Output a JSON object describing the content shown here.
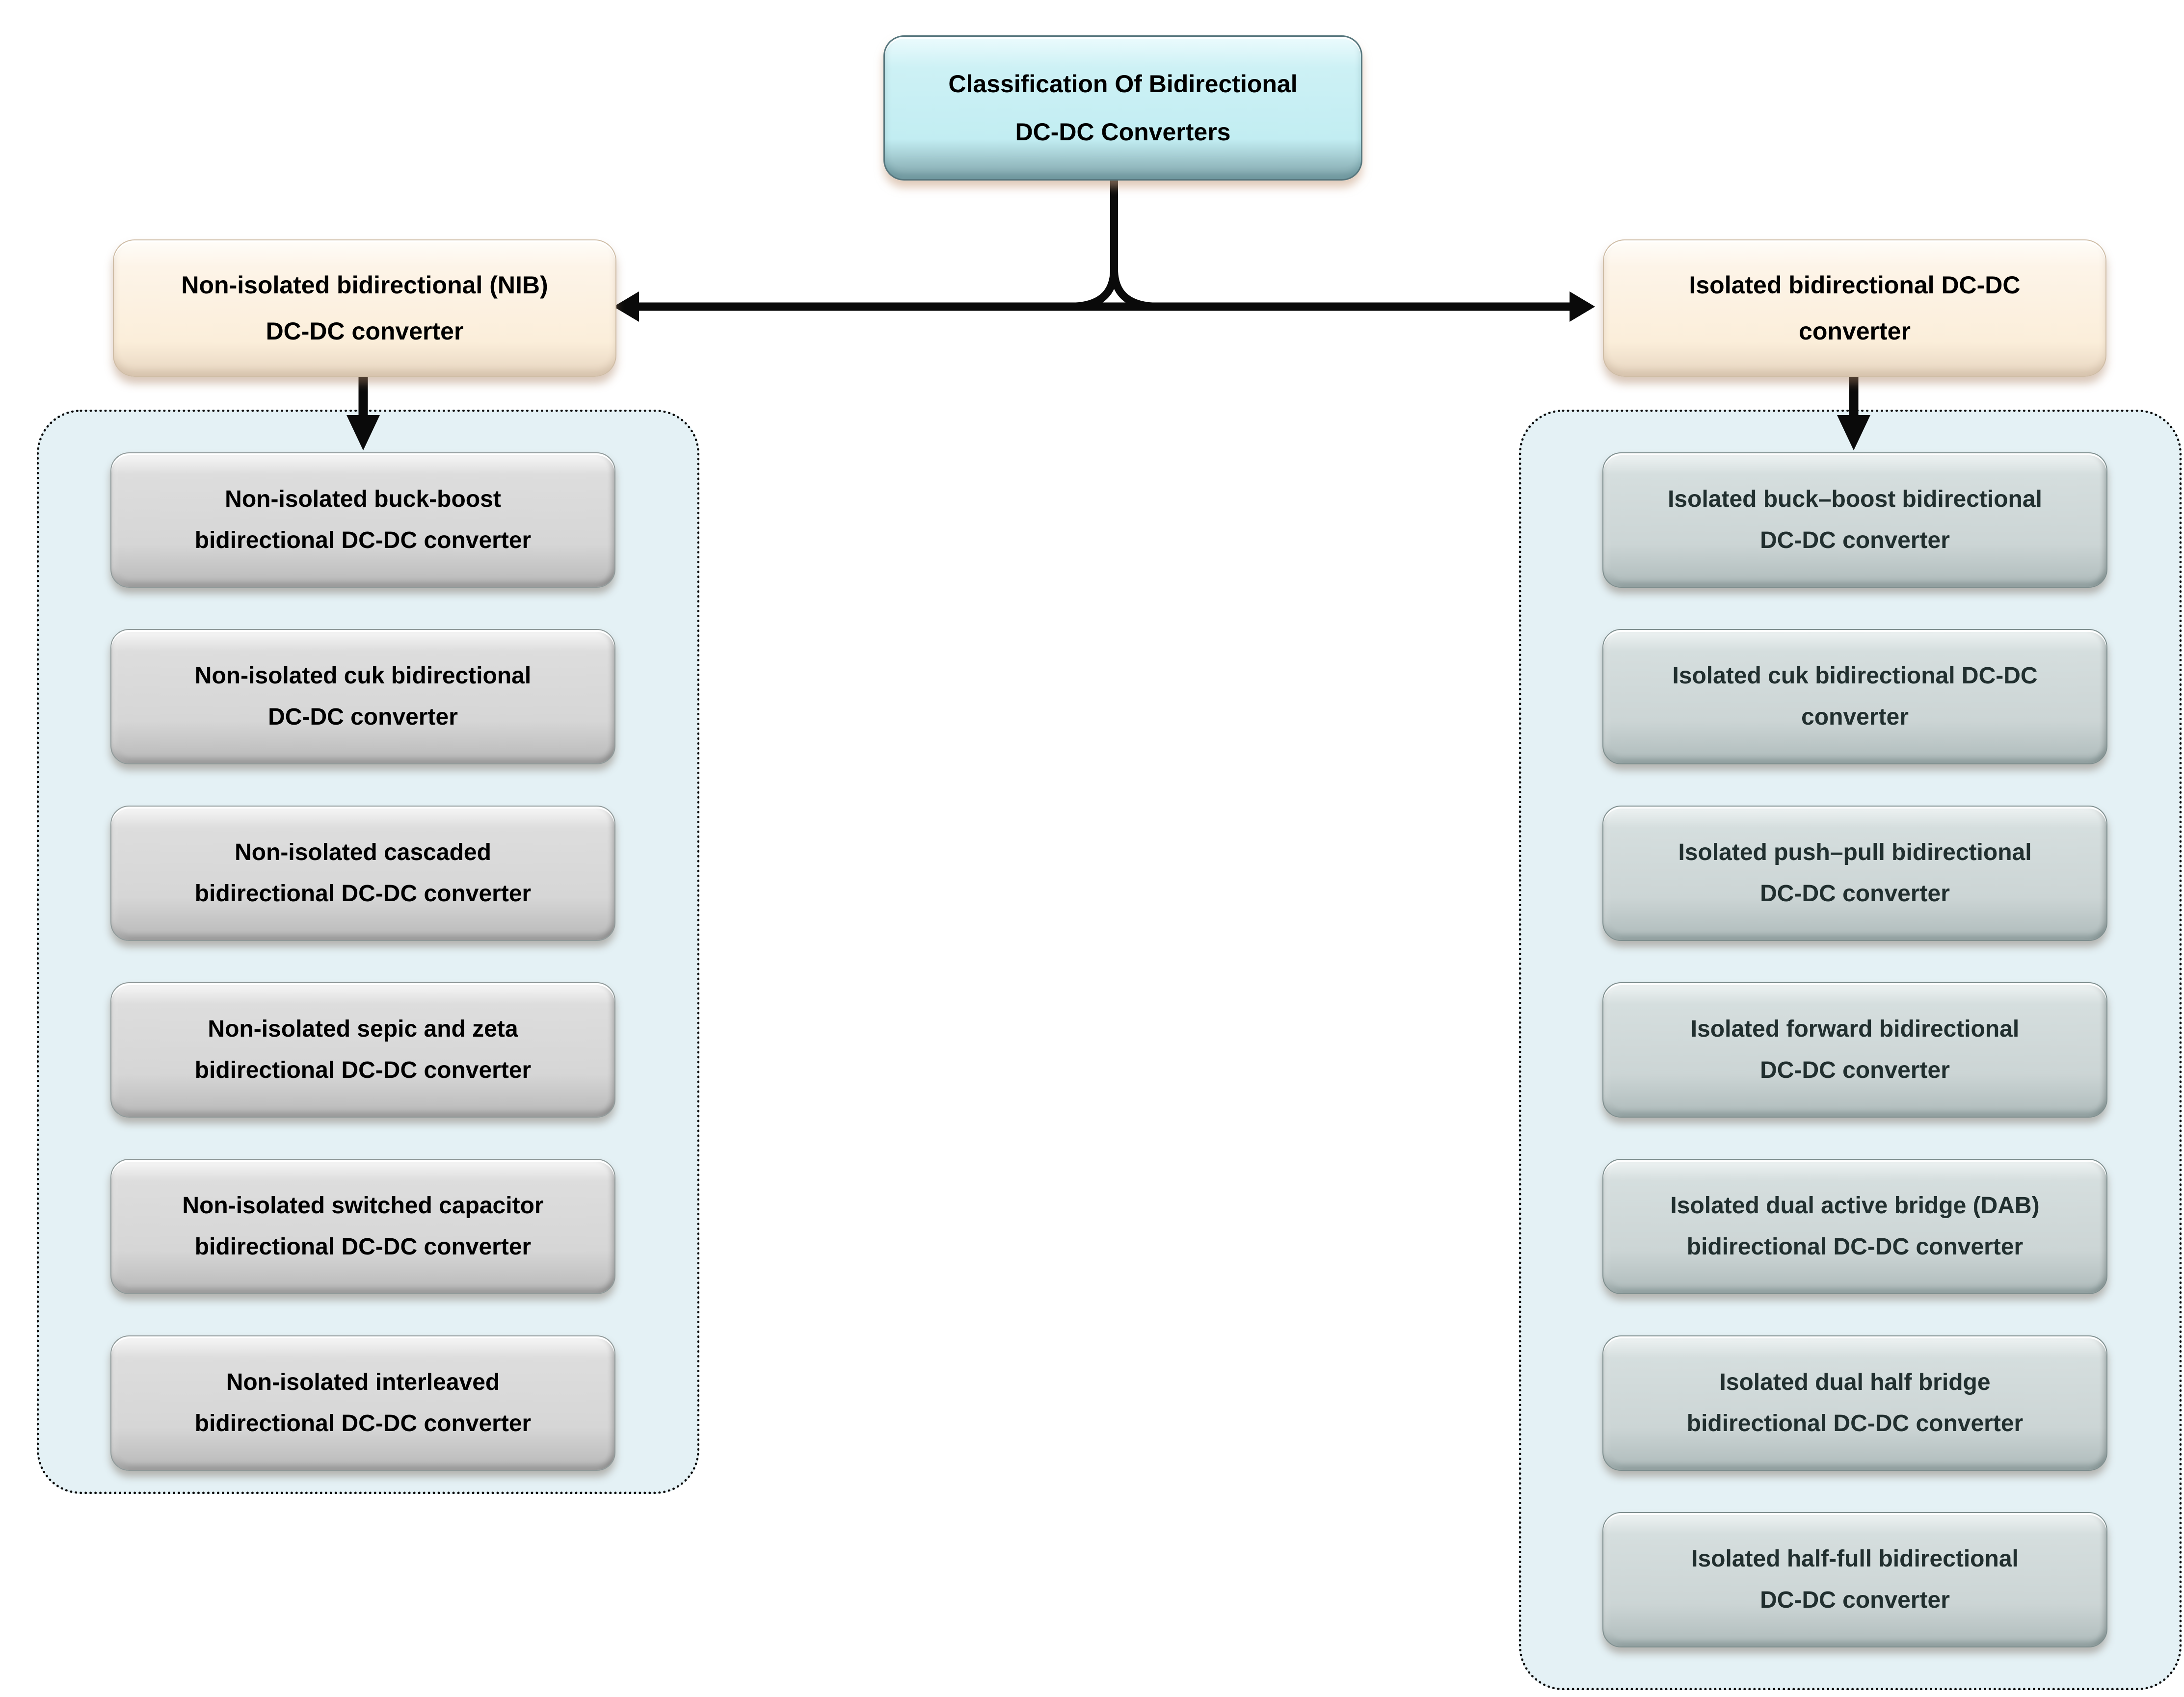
{
  "title": {
    "lines": [
      "Classification Of Bidirectional",
      "DC-DC Converters"
    ]
  },
  "branches": {
    "left": {
      "header": {
        "lines": [
          "Non-isolated bidirectional (NIB)",
          "DC-DC converter"
        ]
      },
      "items": [
        {
          "lines": [
            "Non-isolated buck-boost",
            "bidirectional DC-DC converter"
          ]
        },
        {
          "lines": [
            "Non-isolated cuk bidirectional",
            "DC-DC converter"
          ]
        },
        {
          "lines": [
            "Non-isolated cascaded",
            "bidirectional DC-DC converter"
          ]
        },
        {
          "lines": [
            "Non-isolated sepic and zeta",
            "bidirectional DC-DC converter"
          ]
        },
        {
          "lines": [
            "Non-isolated switched capacitor",
            "bidirectional DC-DC converter"
          ]
        },
        {
          "lines": [
            "Non-isolated interleaved",
            "bidirectional DC-DC converter"
          ]
        }
      ]
    },
    "right": {
      "header": {
        "lines": [
          "Isolated bidirectional DC-DC",
          "converter"
        ]
      },
      "items": [
        {
          "lines": [
            "Isolated buck–boost bidirectional",
            "DC-DC converter"
          ]
        },
        {
          "lines": [
            "Isolated cuk bidirectional DC-DC",
            "converter"
          ]
        },
        {
          "lines": [
            "Isolated push–pull bidirectional",
            "DC-DC converter"
          ]
        },
        {
          "lines": [
            "Isolated forward bidirectional",
            "DC-DC converter"
          ]
        },
        {
          "lines": [
            "Isolated dual active bridge (DAB)",
            "bidirectional DC-DC converter"
          ]
        },
        {
          "lines": [
            "Isolated dual half bridge",
            "bidirectional DC-DC converter"
          ]
        },
        {
          "lines": [
            "Isolated half-full bidirectional",
            "DC-DC converter"
          ]
        }
      ]
    }
  },
  "colors": {
    "title-fill": "#c7eff4",
    "title-border": "#57777e",
    "header-fill": "#fdf2e4",
    "panel-fill": "#e4f1f5",
    "left-item-fill": "#d6d6d6",
    "right-item-fill": "#ccd5d5",
    "right-item-text": "#212f2f",
    "arrow": "#0a0a0a"
  }
}
